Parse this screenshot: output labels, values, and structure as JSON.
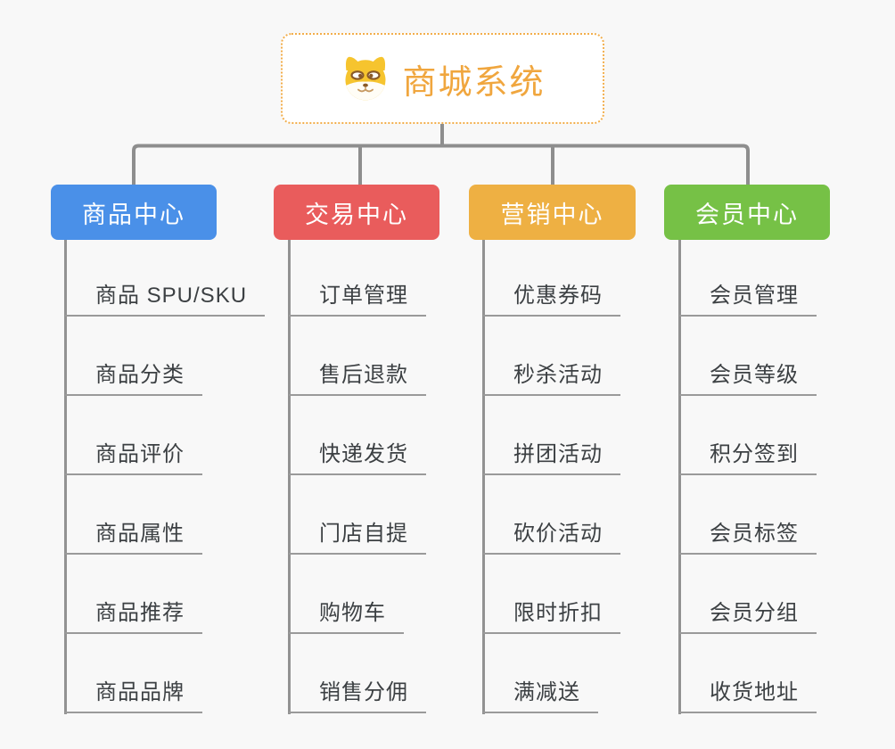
{
  "root": {
    "title": "商城系统",
    "icon": "dog-face-icon"
  },
  "branches": [
    {
      "label": "商品中心",
      "color": "#4a90e8",
      "children": [
        "商品 SPU/SKU",
        "商品分类",
        "商品评价",
        "商品属性",
        "商品推荐",
        "商品品牌"
      ]
    },
    {
      "label": "交易中心",
      "color": "#e95c5c",
      "children": [
        "订单管理",
        "售后退款",
        "快递发货",
        "门店自提",
        "购物车",
        "销售分佣"
      ]
    },
    {
      "label": "营销中心",
      "color": "#eeb043",
      "children": [
        "优惠券码",
        "秒杀活动",
        "拼团活动",
        "砍价活动",
        "限时折扣",
        "满减送"
      ]
    },
    {
      "label": "会员中心",
      "color": "#76c146",
      "children": [
        "会员管理",
        "会员等级",
        "积分签到",
        "会员标签",
        "会员分组",
        "收货地址"
      ]
    }
  ],
  "colors": {
    "background": "#f8f8f8",
    "connector": "#8e8e8e",
    "leaf_underline": "#9a9a9a",
    "leaf_text": "#3c4043",
    "root_border": "#f2ae4c",
    "root_title": "#f0a63e"
  }
}
